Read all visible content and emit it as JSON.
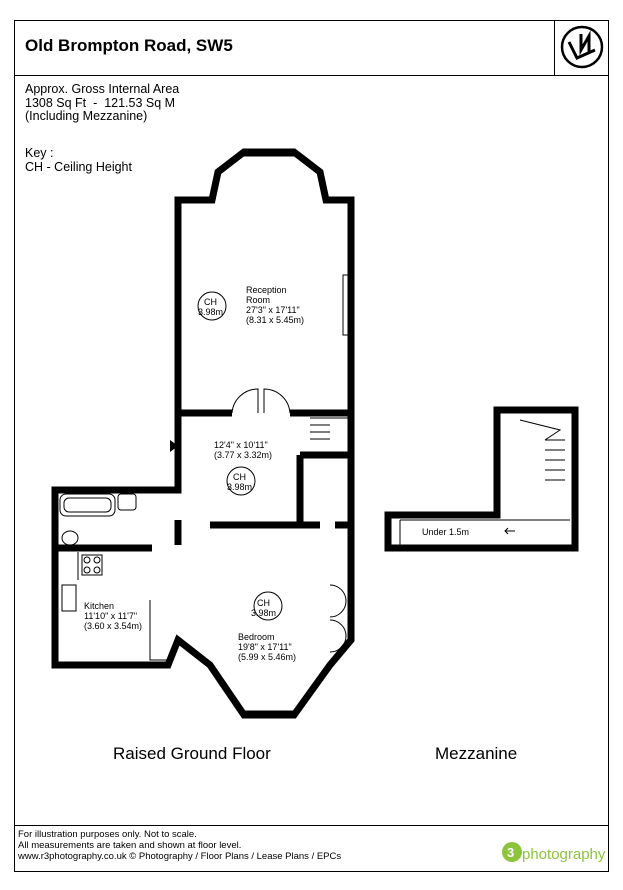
{
  "header": {
    "title": "Old Brompton Road, SW5",
    "area_line1": "Approx. Gross Internal Area",
    "area_line2": "1308 Sq Ft  -  121.53 Sq M",
    "area_line3": "(Including Mezzanine)"
  },
  "key": {
    "title": "Key :",
    "item": "CH - Ceiling Height"
  },
  "rooms": {
    "reception": {
      "name1": "Reception",
      "name2": "Room",
      "dim_imperial": "27'3\" x 17'11\"",
      "dim_metric": "(8.31 x 5.45m)",
      "ch_label": "CH",
      "ch_value": "3.98m"
    },
    "hall": {
      "dim_imperial": "12'4\" x 10'11\"",
      "dim_metric": "(3.77 x 3.32m)",
      "ch_label": "CH",
      "ch_value": "3.98m"
    },
    "bedroom": {
      "name": "Bedroom",
      "dim_imperial": "19'8\" x 17'11\"",
      "dim_metric": "(5.99 x 5.46m)",
      "ch_label": "CH",
      "ch_value": "3.98m"
    },
    "kitchen": {
      "name": "Kitchen",
      "dim_imperial": "11'10\" x 11'7\"",
      "dim_metric": "(3.60 x 3.54m)"
    },
    "mezzanine": {
      "note": "Under 1.5m"
    }
  },
  "floors": {
    "ground": "Raised Ground Floor",
    "mezzanine": "Mezzanine"
  },
  "footer": {
    "line1": "For illustration purposes only. Not to scale.",
    "line2": "All measurements are taken and shown at floor level.",
    "line3": "www.r3photography.co.uk © Photography / Floor Plans / Lease Plans / EPCs",
    "brand": "photography"
  },
  "colors": {
    "accent": "#8cc43c",
    "wall": "#000000"
  }
}
